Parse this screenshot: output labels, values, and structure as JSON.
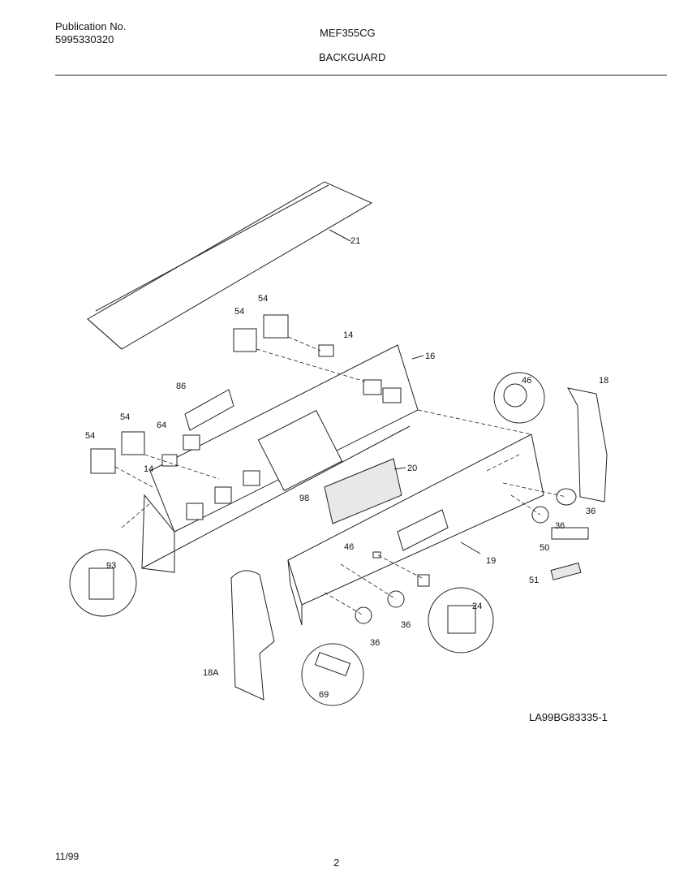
{
  "header": {
    "publication_label": "Publication No.",
    "publication_number": "5995330320",
    "model": "MEF355CG",
    "section_title": "BACKGUARD"
  },
  "callouts": {
    "p21": "21",
    "p54a": "54",
    "p54b": "54",
    "p54c": "54",
    "p54d": "54",
    "p14a": "14",
    "p14b": "14",
    "p16": "16",
    "p18": "18",
    "p18a": "18A",
    "p86": "86",
    "p64": "64",
    "p46a": "46",
    "p46b": "46",
    "p20": "20",
    "p98": "98",
    "p93": "93",
    "p19": "19",
    "p36a": "36",
    "p36b": "36",
    "p36c": "36",
    "p36d": "36",
    "p50": "50",
    "p51": "51",
    "p24": "24",
    "p69": "69"
  },
  "diagram_ref": "LA99BG83335-1",
  "footer": {
    "date": "11/99",
    "page_number": "2"
  }
}
